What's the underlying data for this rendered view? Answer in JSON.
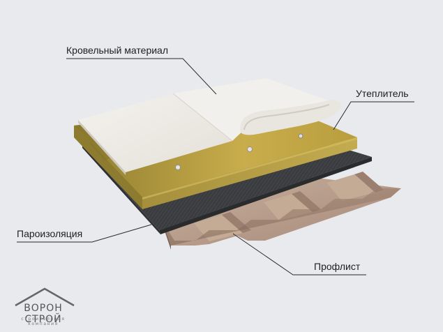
{
  "labels": {
    "roofing_material": "Кровельный материал",
    "insulation": "Утеплитель",
    "vapor_barrier": "Пароизоляция",
    "profiled_sheet": "Профлист"
  },
  "logo": {
    "name": "ВОРОН СТРОЙ",
    "subtitle": "строительная компания"
  },
  "colors": {
    "background": "#e9eaee",
    "roofing_membrane": "#efece6",
    "insulation": "#b7a24a",
    "vapor_barrier": "#3b3d40",
    "profiled_sheet": "#b19782"
  },
  "icons": [
    "roof-outline-icon"
  ]
}
